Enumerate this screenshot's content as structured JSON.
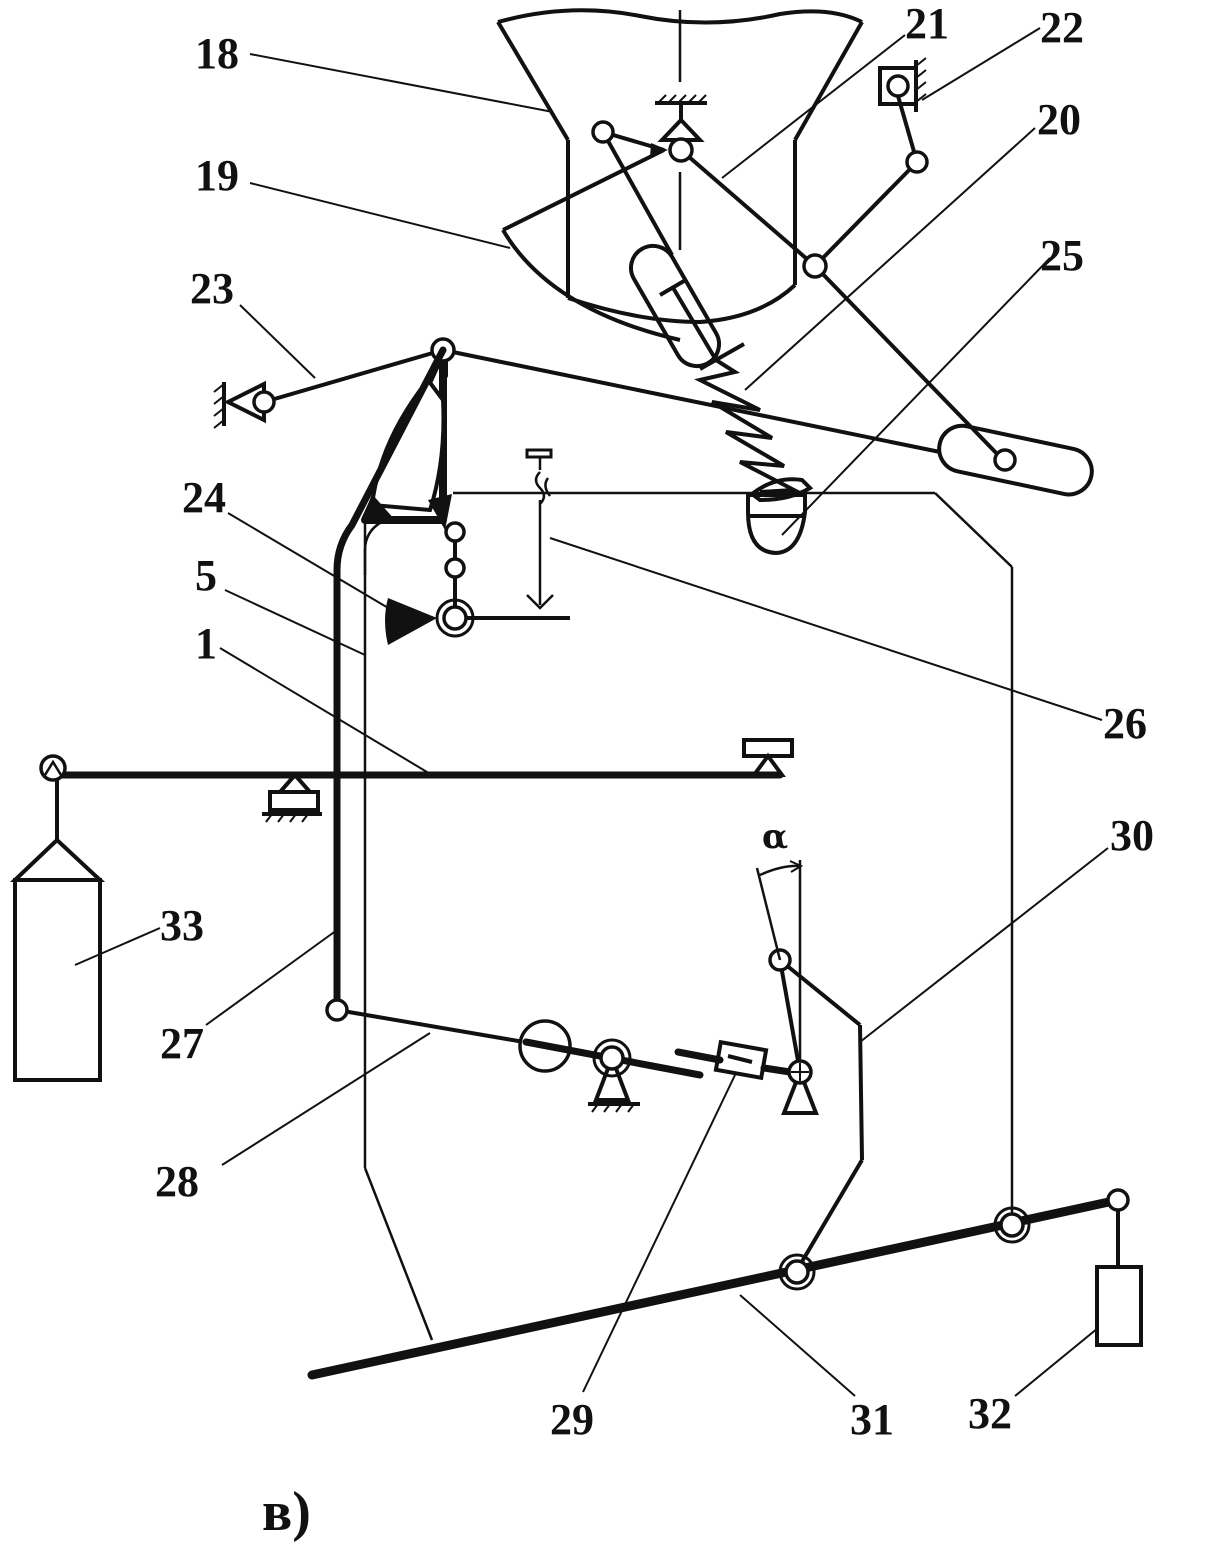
{
  "caption": "в)",
  "angle_symbol": "α",
  "labels": {
    "l18": "18",
    "l19": "19",
    "l21": "21",
    "l22": "22",
    "l20": "20",
    "l25": "25",
    "l23": "23",
    "l24": "24",
    "l5": "5",
    "l1": "1",
    "l26": "26",
    "l30": "30",
    "l33": "33",
    "l27": "27",
    "l28": "28",
    "l29": "29",
    "l31": "31",
    "l32": "32"
  }
}
